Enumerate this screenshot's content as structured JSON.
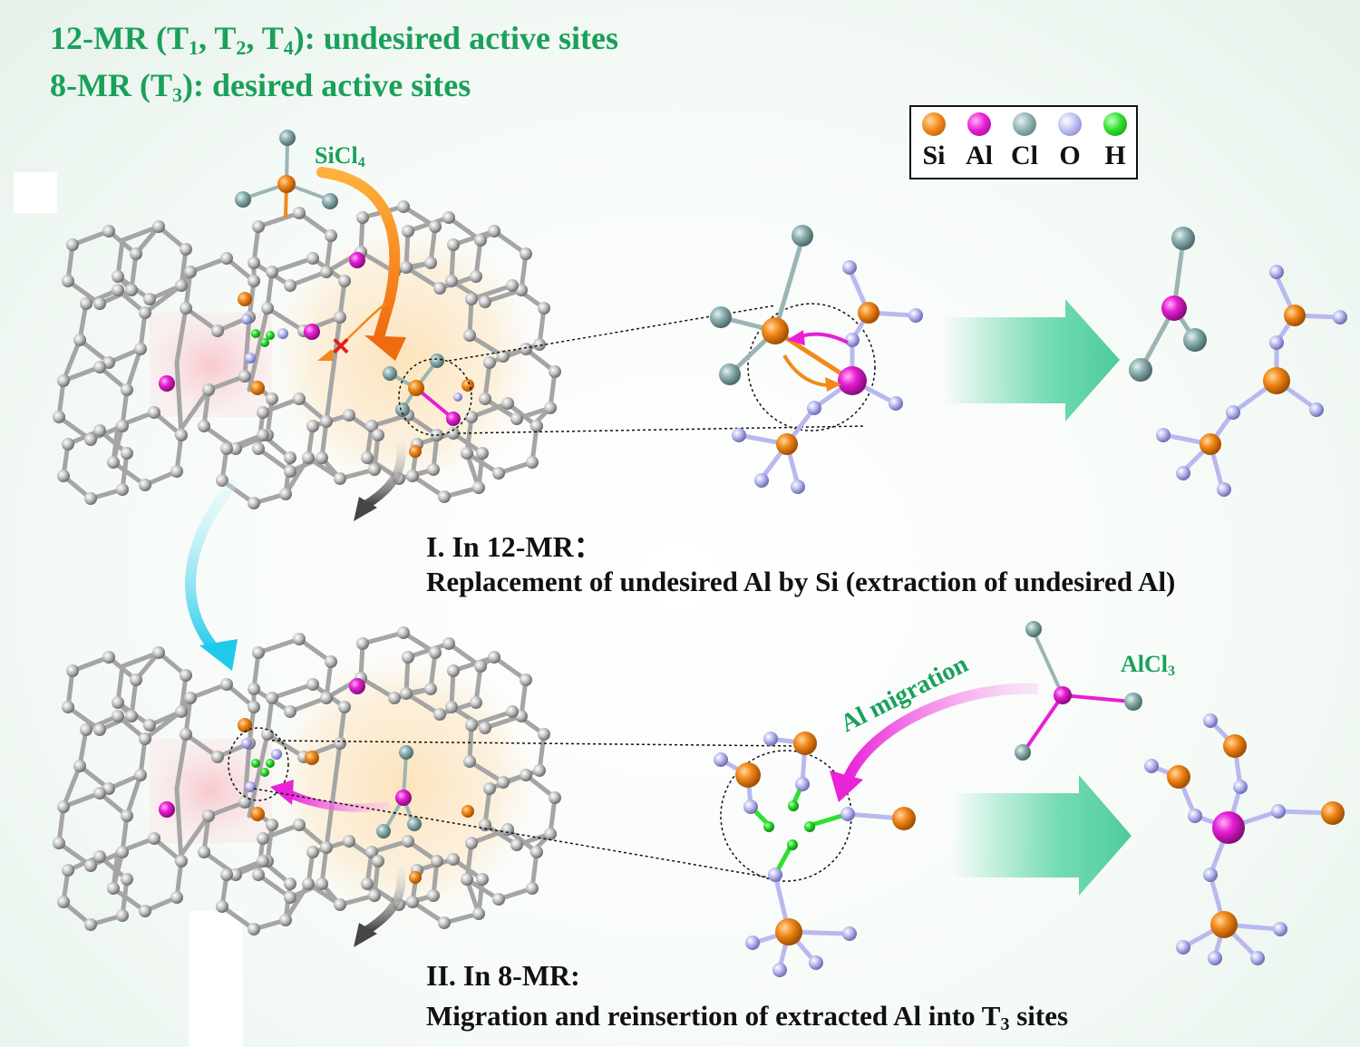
{
  "header": {
    "line1_prefix": "12-MR (T",
    "line1_s1": "1",
    "line1_mid1": ", T",
    "line1_s2": "2",
    "line1_mid2": ", T",
    "line1_s3": "4",
    "line1_suffix": "): undesired active sites",
    "line2_prefix": "8-MR (T",
    "line2_s": "3",
    "line2_suffix": "): desired active sites"
  },
  "labels": {
    "sicl4_main": "SiCl",
    "sicl4_sub": "4",
    "alcl3_main": "AlCl",
    "alcl3_sub": "3",
    "al_migration": "Al migration",
    "blocked_mark": "×"
  },
  "legend": {
    "items": [
      {
        "symbol": "Si",
        "color": "#f28a1c"
      },
      {
        "symbol": "Al",
        "color": "#e81ed6"
      },
      {
        "symbol": "Cl",
        "color": "#7fa3a3"
      },
      {
        "symbol": "O",
        "color": "#b9b9f0"
      },
      {
        "symbol": "H",
        "color": "#2ee02e"
      }
    ]
  },
  "steps": {
    "step1_title": "I. In 12-MR：",
    "step1_desc": "Replacement of undesired Al by Si  (extraction of undesired Al)",
    "step2_title": "II. In 8-MR:",
    "step2_desc_main": "Migration and reinsertion of extracted Al into T",
    "step2_desc_sub": "3",
    "step2_desc_end": " sites"
  },
  "colors": {
    "accent_green": "#1aa05a",
    "si": "#f28a1c",
    "al": "#e81ed6",
    "cl": "#7fa3a3",
    "o": "#b9b9f0",
    "h": "#2ee02e",
    "framework": "#b4b4b4",
    "arrow_teal": "#5cd6a6",
    "arrow_cyan": "#2fd4ee"
  }
}
